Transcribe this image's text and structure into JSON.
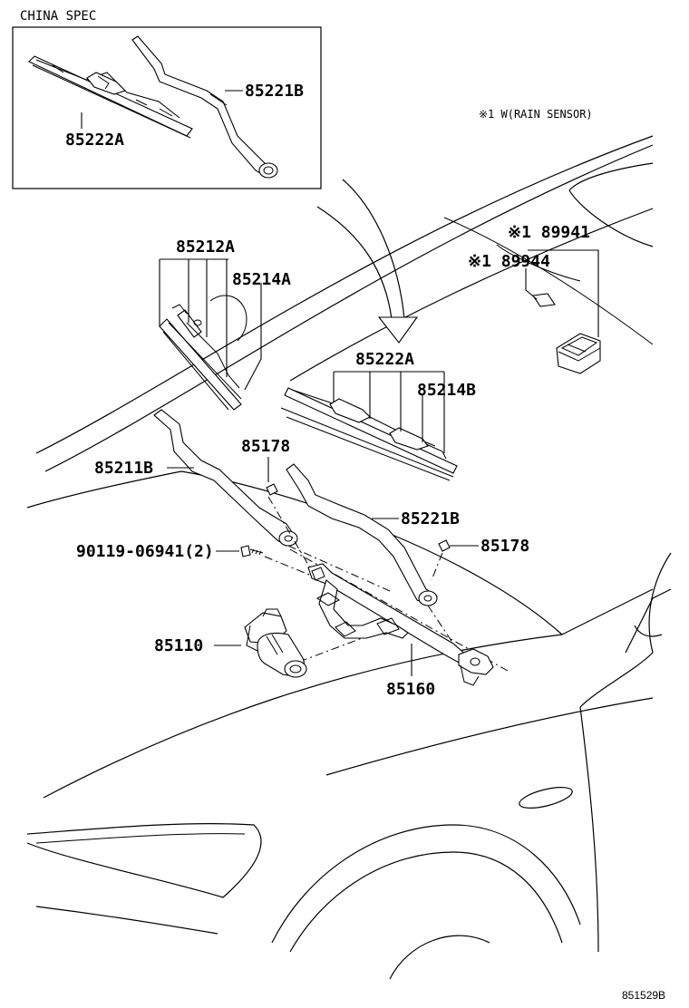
{
  "inset": {
    "title": "CHINA SPEC",
    "labels": {
      "arm": "85221B",
      "blade": "85222A"
    }
  },
  "note": "※1 W(RAIN SENSOR)",
  "labels": {
    "sensor_1": "※1 89941",
    "sensor_2": "※1 89944",
    "left_blade_assy": "85212A",
    "left_blade_rubber": "85214A",
    "right_blade_assy": "85222A",
    "right_blade_rubber": "85214B",
    "cap_left": "85178",
    "left_arm": "85211B",
    "right_arm": "85221B",
    "cap_right": "85178",
    "bolt": "90119-06941(2)",
    "motor": "85110",
    "link": "85160"
  },
  "diagram_code": "851529B"
}
